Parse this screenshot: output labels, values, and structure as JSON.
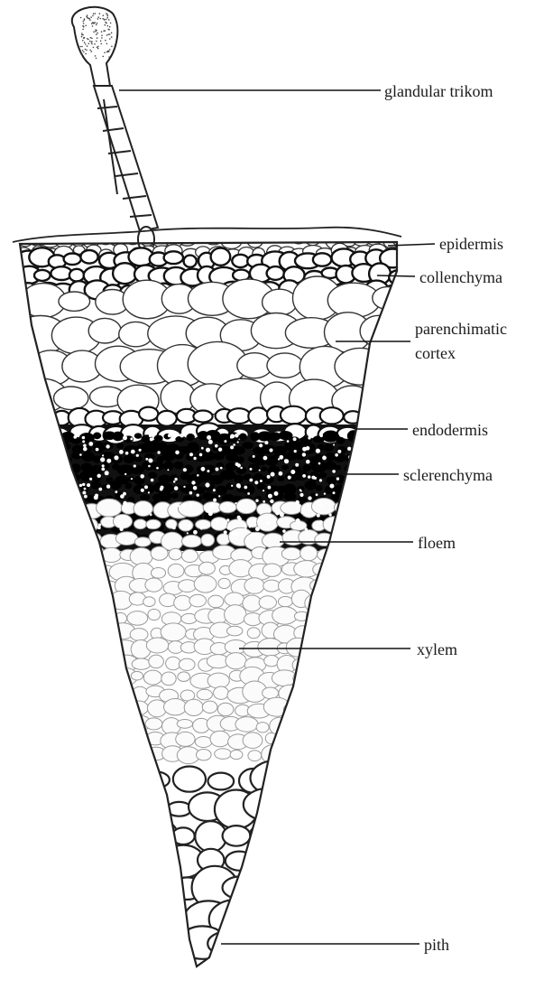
{
  "labels": {
    "glandular_trikom": "glandular trikom",
    "epidermis": "epidermis",
    "collenchyma": "collenchyma",
    "parenchimatic_line1": "parenchimatic",
    "parenchimatic_line2": "cortex",
    "endodermis": "endodermis",
    "sclerenchyma": "sclerenchyma",
    "floem": "floem",
    "xylem": "xylem",
    "pith": "pith"
  }
}
